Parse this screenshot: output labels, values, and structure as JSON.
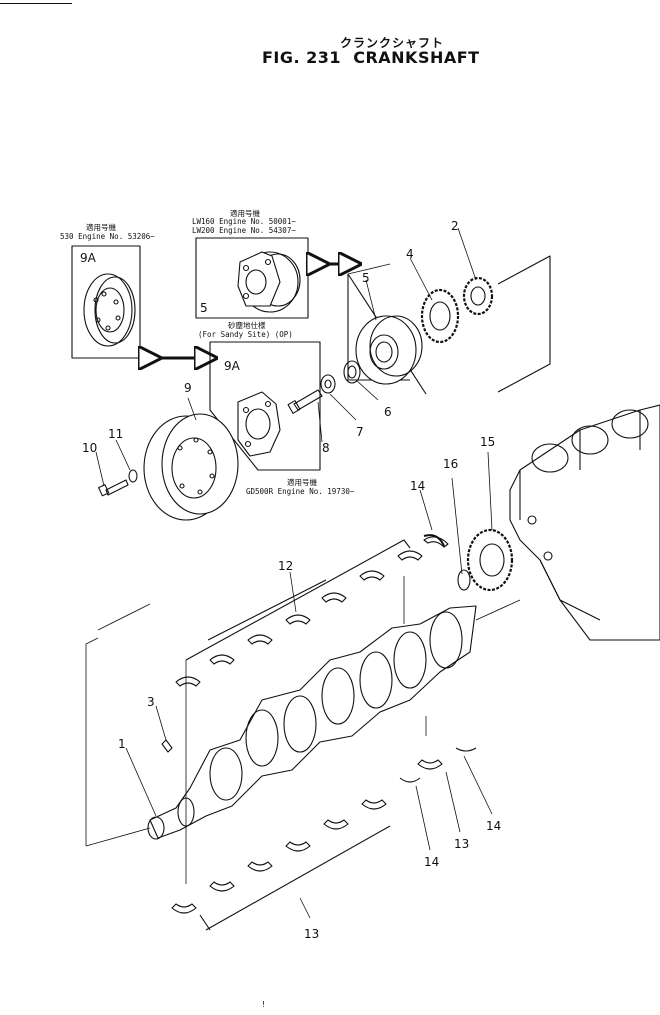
{
  "header": {
    "title_jp": "クランクシャフト",
    "fig_label": "FIG. 231",
    "title_en": "CRANKSHAFT"
  },
  "captions": {
    "box_530": {
      "jp": "適用号機",
      "model": "530",
      "engine_label": "Engine",
      "no_label": "No.",
      "serial": "53206~"
    },
    "box_lw": {
      "jp": "適用号機",
      "line1_model": "LW160",
      "line1_label": "Engine",
      "line1_no": "No.",
      "line1_serial": "50001~",
      "line2_model": "LW200",
      "line2_label": "Engine",
      "line2_no": "No.",
      "line2_serial": "54307~"
    },
    "sandy": {
      "jp": "砂塵地仕様",
      "en": "(For Sandy Site) (OP)"
    },
    "box_gd": {
      "jp": "適用号機",
      "model": "GD500R",
      "engine_label": "Engine",
      "no_label": "No.",
      "serial": "19730~"
    }
  },
  "callouts": [
    "1",
    "2",
    "3",
    "4",
    "5",
    "5",
    "6",
    "7",
    "8",
    "9",
    "9A",
    "9A",
    "10",
    "11",
    "12",
    "13",
    "13",
    "14",
    "14",
    "14",
    "15",
    "16"
  ],
  "bottom_mark": "!"
}
